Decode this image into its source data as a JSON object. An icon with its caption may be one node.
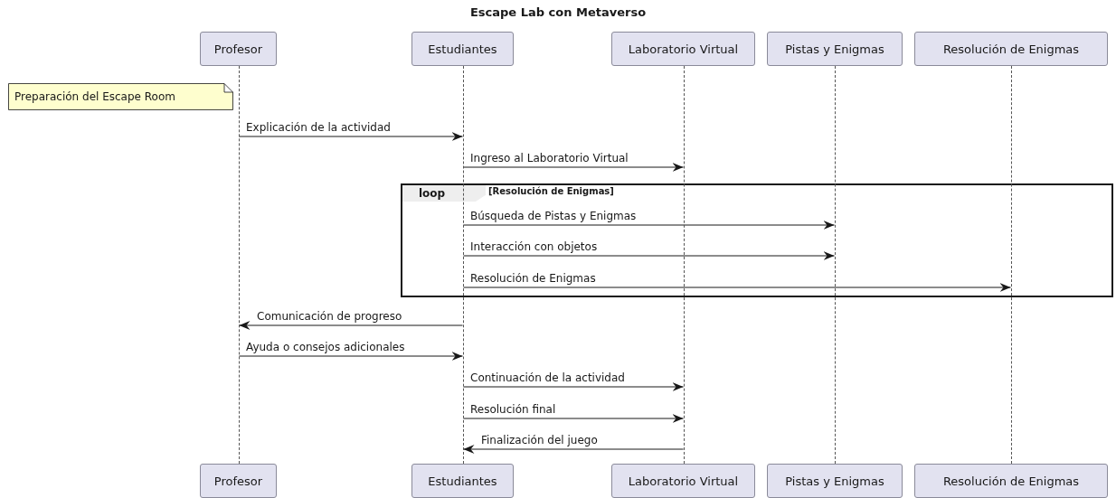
{
  "diagram": {
    "title": "Escape Lab con Metaverso",
    "nodes": [
      {
        "text": [
          "Profesor"
        ]
      },
      {
        "text": [
          "Estudiantes"
        ]
      },
      {
        "text": [
          "Laboratorio Virtual"
        ]
      },
      {
        "text": [
          "Pistas y Enigmas"
        ]
      },
      {
        "text": [
          "Resolución de Enigmas"
        ]
      },
      {
        "text": [
          "Preparación del Escape Room"
        ]
      },
      {
        "text": [],
        "shape": "line"
      },
      {
        "text": [],
        "shape": "line"
      },
      {
        "text": [],
        "shape": "line"
      },
      {
        "text": [],
        "shape": "line"
      },
      {
        "text": [],
        "shape": "line"
      },
      {
        "text": [
          "Profesor"
        ]
      },
      {
        "text": [
          "Estudiantes"
        ]
      },
      {
        "text": [
          "Laboratorio Virtual"
        ]
      },
      {
        "text": [
          "Pistas y Enigmas"
        ]
      },
      {
        "text": [
          "Resolución de Enigmas"
        ]
      }
    ],
    "edges": [
      {
        "from": 6,
        "to": 7,
        "arrow": "to",
        "label": "Explicación de la actividad"
      },
      {
        "from": 7,
        "to": 8,
        "arrow": "to",
        "label": "Ingreso al Laboratorio Virtual"
      },
      {
        "from": 7,
        "to": 9,
        "arrow": "to",
        "label": "Búsqueda de Pistas y Enigmas"
      },
      {
        "from": 7,
        "to": 9,
        "arrow": "to",
        "label": "Interacción con objetos"
      },
      {
        "from": 7,
        "to": 10,
        "arrow": "to",
        "label": "Resolución de Enigmas"
      },
      {
        "from": 7,
        "to": 6,
        "arrow": "to",
        "label": "Comunicación de progreso"
      },
      {
        "from": 6,
        "to": 7,
        "arrow": "to",
        "label": "Ayuda o consejos adicionales"
      },
      {
        "from": 7,
        "to": 8,
        "arrow": "to",
        "label": "Continuación de la actividad"
      },
      {
        "from": 7,
        "to": 8,
        "arrow": "to",
        "label": "Resolución final"
      },
      {
        "from": 8,
        "to": 7,
        "arrow": "to",
        "label": "Finalización del juego"
      }
    ],
    "labels": [
      "loop",
      "[Resolución de Enigmas]"
    ]
  }
}
